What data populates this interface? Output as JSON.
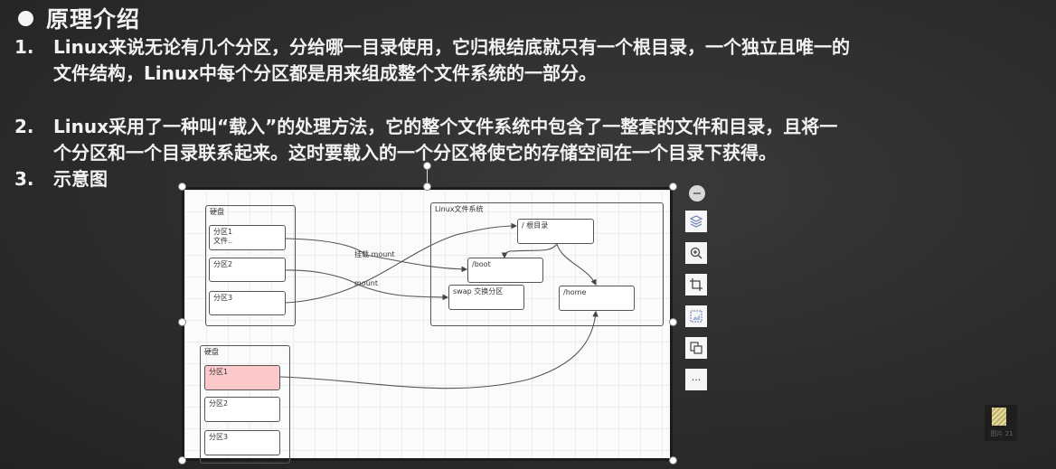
{
  "slide": {
    "heading": "原理介绍",
    "items": [
      {
        "num": "1.",
        "lines": [
          "Linux来说无论有几个分区，分给哪一目录使用，它归根结底就只有一个根目录，一个独立且唯一的",
          "文件结构，Linux中每个分区都是用来组成整个文件系统的一部分。"
        ]
      },
      {
        "num": "2.",
        "lines": [
          "Linux采用了一种叫“载入”的处理方法，它的整个文件系统中包含了一整套的文件和目录，且将一",
          "个分区和一个目录联系起来。这时要载入的一个分区将使它的存储空间在一个目录下获得。"
        ]
      },
      {
        "num": "3.",
        "lines": [
          "示意图"
        ]
      }
    ]
  },
  "diagram": {
    "disk1": {
      "title": "硬盘",
      "partitions": [
        {
          "label": "分区1",
          "sub": "文件.."
        },
        {
          "label": "分区2",
          "sub": ""
        },
        {
          "label": "分区3",
          "sub": ""
        }
      ]
    },
    "disk2": {
      "title": "硬盘",
      "partitions": [
        {
          "label": "分区1",
          "highlight": "#fbc9c9"
        },
        {
          "label": "分区2"
        },
        {
          "label": "分区3"
        }
      ]
    },
    "fs": {
      "title": "Linux文件系统",
      "root": "/ 根目录",
      "boot": "/boot",
      "swap": "swap 交换分区",
      "home": "/home"
    },
    "edge_labels": {
      "mount1": "挂载 mount",
      "mount2": "mount"
    }
  },
  "toolbar": {
    "buttons": [
      {
        "name": "zoom-out",
        "icon": "minus-icon"
      },
      {
        "name": "layers",
        "icon": "layers-icon"
      },
      {
        "name": "zoom-in",
        "icon": "magnifier-icon"
      },
      {
        "name": "crop",
        "icon": "crop-icon"
      },
      {
        "name": "image-adjust",
        "icon": "image-icon"
      },
      {
        "name": "copy-image",
        "icon": "copy-icon"
      },
      {
        "name": "more",
        "label": "···",
        "icon": "more-icon"
      }
    ]
  },
  "corner_file": {
    "label": "图片 21"
  },
  "colors": {
    "background": "#2c2c2c",
    "text": "#f2f2f2",
    "highlight_partition": "#fbc9c9"
  }
}
